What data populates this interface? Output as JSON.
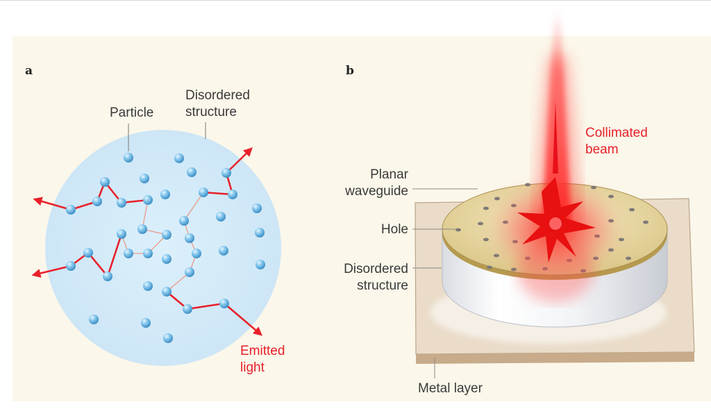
{
  "panel_a": {
    "letter": "a",
    "labels": {
      "particle": "Particle",
      "disordered_1": "Disordered",
      "disordered_2": "structure",
      "emitted_1": "Emitted",
      "emitted_2": "light"
    }
  },
  "panel_b": {
    "letter": "b",
    "labels": {
      "planar_1": "Planar",
      "planar_2": "waveguide",
      "hole": "Hole",
      "disordered_1": "Disordered",
      "disordered_2": "structure",
      "collimated_1": "Collimated",
      "collimated_2": "beam",
      "metal": "Metal layer"
    }
  },
  "colors": {
    "background": "#fbf7ea",
    "sphere": "#d4ebf8",
    "particle": "#7fc3ea",
    "light_path": "#e8202a",
    "label_text": "#3a3a3a",
    "label_red": "#e8202a",
    "metal": "#eadcc9",
    "disk_top": "#e6d6a0"
  }
}
